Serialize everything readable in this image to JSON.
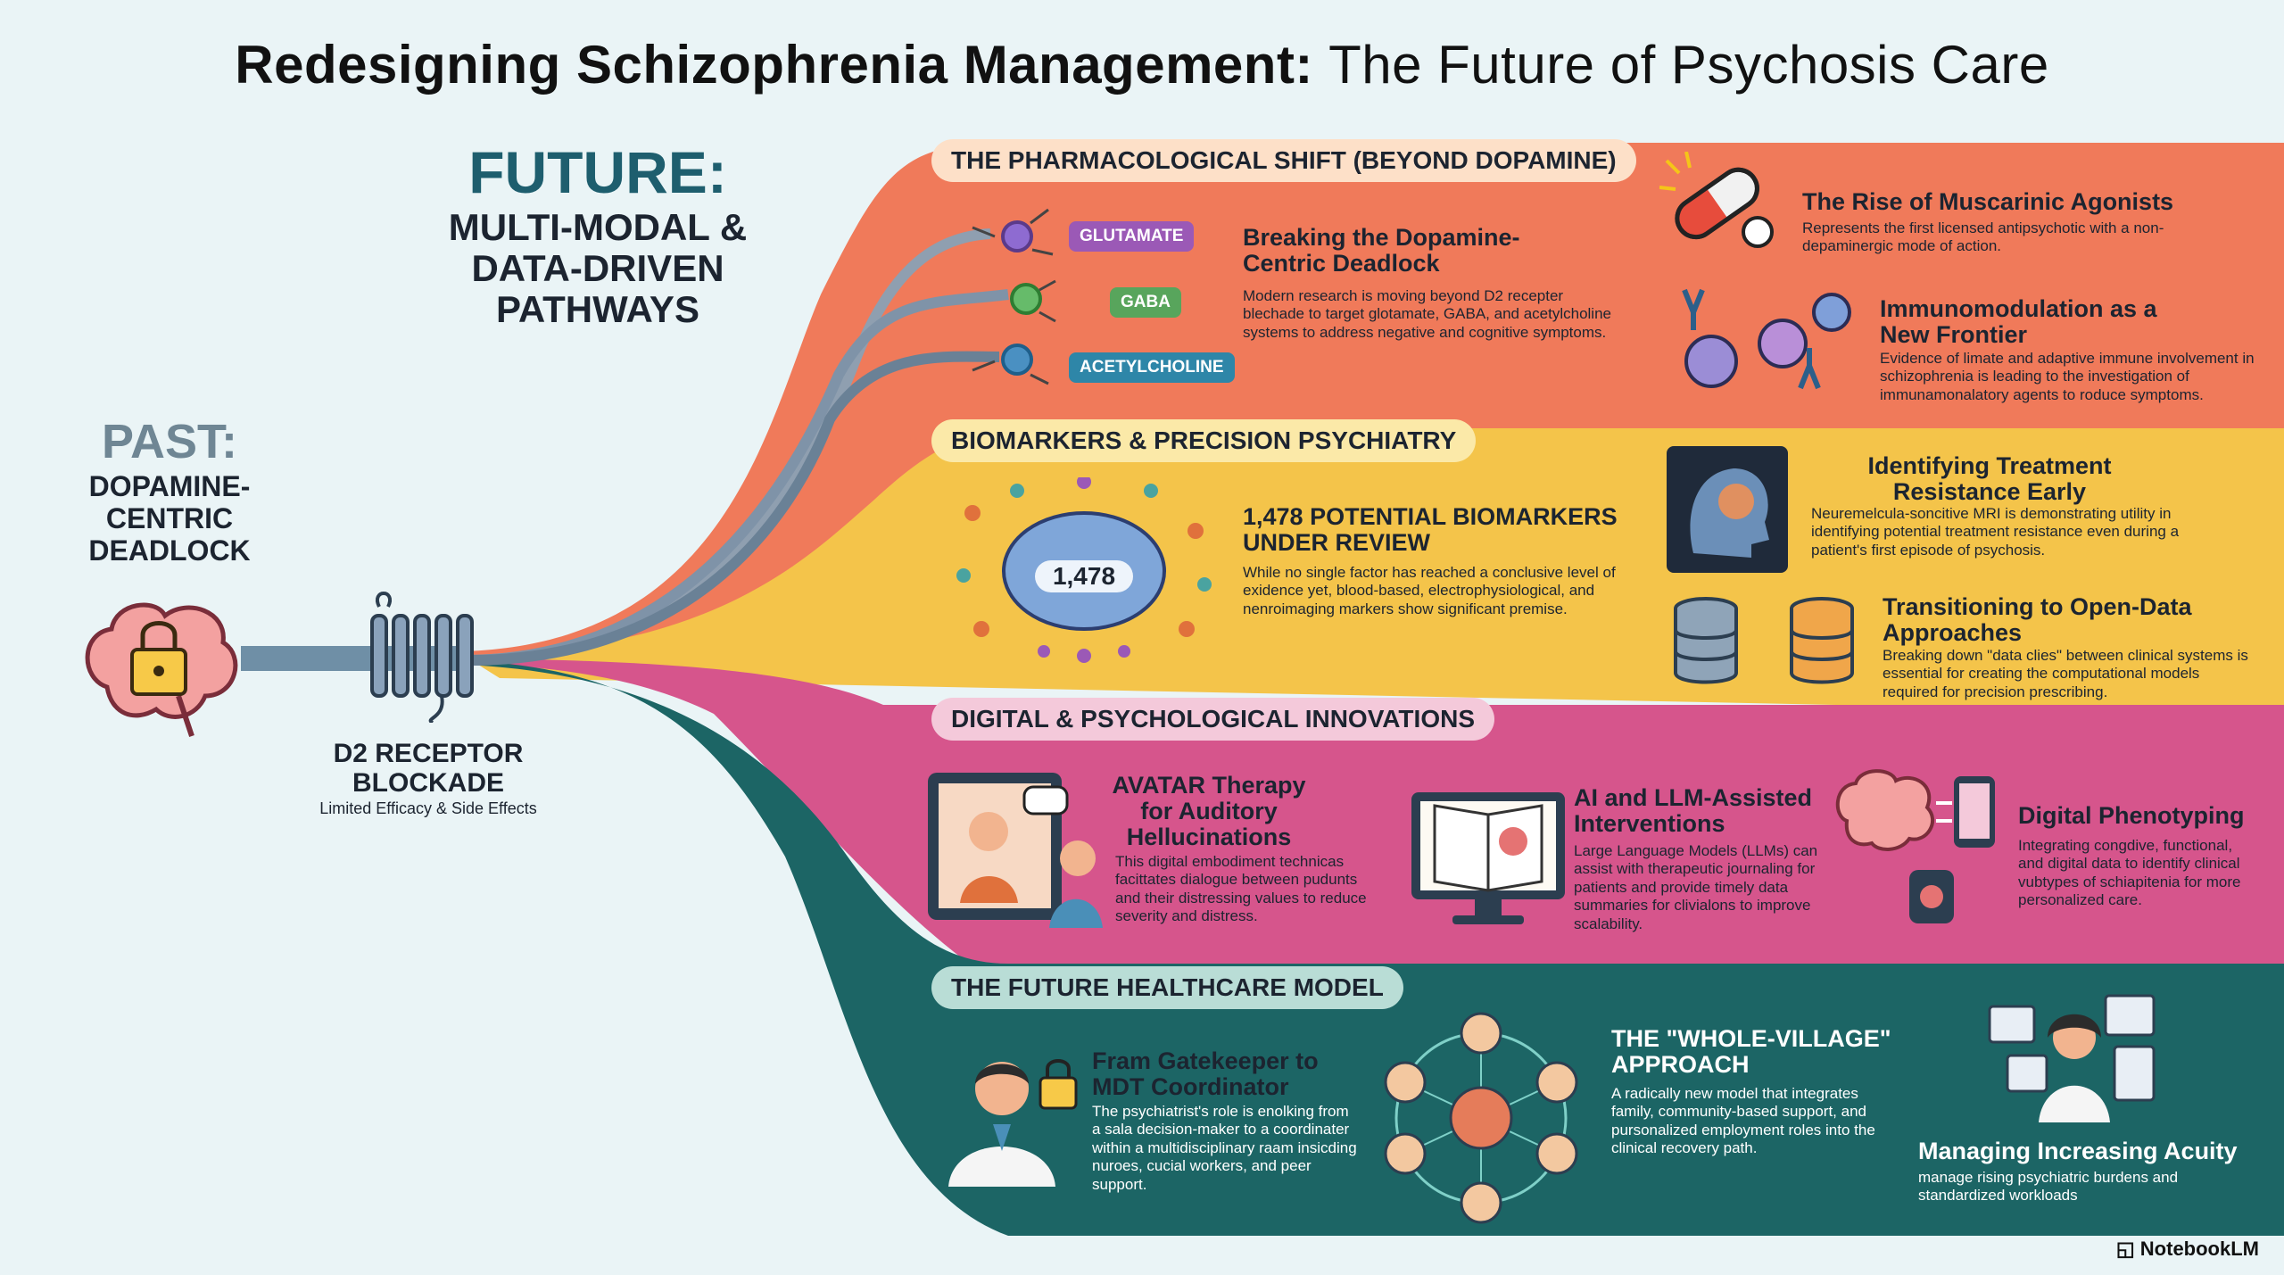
{
  "title": {
    "bold": "Redesigning Schizophrenia Management:",
    "rest": "The Future of Psychosis Care"
  },
  "future": {
    "heading": "FUTURE:",
    "subtitle": "MULTI-MODAL & DATA-DRIVEN PATHWAYS"
  },
  "past": {
    "heading": "PAST:",
    "subtitle": "DOPAMINE-CENTRIC DEADLOCK"
  },
  "d2": {
    "title": "D2 RECEPTOR BLOCKADE",
    "subtitle": "Limited Efficacy & Side Effects"
  },
  "bands": [
    {
      "label": "THE PHARMACOLOGICAL SHIFT (BEYOND DOPAMINE)",
      "color": "#f07a5a",
      "tags": [
        "GLUTAMATE",
        "GABA",
        "ACETYLCHOLINE"
      ],
      "cards": [
        {
          "title": "Breaking the Dopamine-Centric Deadlock",
          "body": "Modern research is moving beyond D2 recepter blechade to target glotamate, GABA, and acetylcholine systems to address negative and cognitive symptoms."
        },
        {
          "title": "The Rise of Muscarinic Agonists",
          "body": "Represents the first licensed antipsychotic with a non-depaminergic mode of action."
        },
        {
          "title": "Immunomodulation as a New Frontier",
          "body": "Evidence of limate and adaptive immune involvement in schizophrenia is leading to the investigation of immunamonalatory agents to roduce symptoms."
        }
      ]
    },
    {
      "label": "BIOMARKERS & PRECISION PSYCHIATRY",
      "color": "#f4c44a",
      "badge": "1,478",
      "cards": [
        {
          "title": "1,478 POTENTIAL BIOMARKERS UNDER REVIEW",
          "body": "While no single factor has reached a conclusive level of exidence yet, blood-based, electrophysiological, and nenroimaging markers show significant premise."
        },
        {
          "title": "Identifying Treatment Resistance Early",
          "body": "Neuremelcula-soncitive MRI is demonstrating utility in identifying potential treatment resistance even during a patient's first episode of psychosis."
        },
        {
          "title": "Transitioning to Open-Data Approaches",
          "body": "Breaking down \"data clies\" between clinical systems is essential for creating the computational models required for precision prescribing."
        }
      ]
    },
    {
      "label": "DIGITAL & PSYCHOLOGICAL INNOVATIONS",
      "color": "#d6558c",
      "cards": [
        {
          "title": "AVATAR Therapy for Auditory Hellucinations",
          "body": "This digital embodiment technicas facittates dialogue between pudunts and their distressing values to reduce severity and distress."
        },
        {
          "title": "AI and LLM-Assisted Interventions",
          "body": "Large Language Models (LLMs) can assist with therapeutic journaling for patients and provide timely data summaries for clivialons to improve scalability."
        },
        {
          "title": "Digital Phenotyping",
          "body": "Integrating congdive, functional, and digital data to identify clinical vubtypes of schiapitenia for more personalized care."
        }
      ]
    },
    {
      "label": "THE FUTURE HEALTHCARE MODEL",
      "color": "#1c6565",
      "cards": [
        {
          "title": "Fram Gatekeeper to MDT Coordinator",
          "body": "The psychiatrist's role is enolking from a sala decision-maker to a coordinater within a multidisciplinary raam insicding nuroes, cucial workers, and peer support."
        },
        {
          "title": "THE \"WHOLE-VILLAGE\" APPROACH",
          "body": "A radically new model that integrates family, community-based support, and pursonalized employment roles into the clinical recovery path."
        },
        {
          "title": "Managing Increasing Acuity",
          "body": "manage rising psychiatric burdens and standardized workloads"
        }
      ]
    }
  ],
  "footer": "NotebookLM"
}
